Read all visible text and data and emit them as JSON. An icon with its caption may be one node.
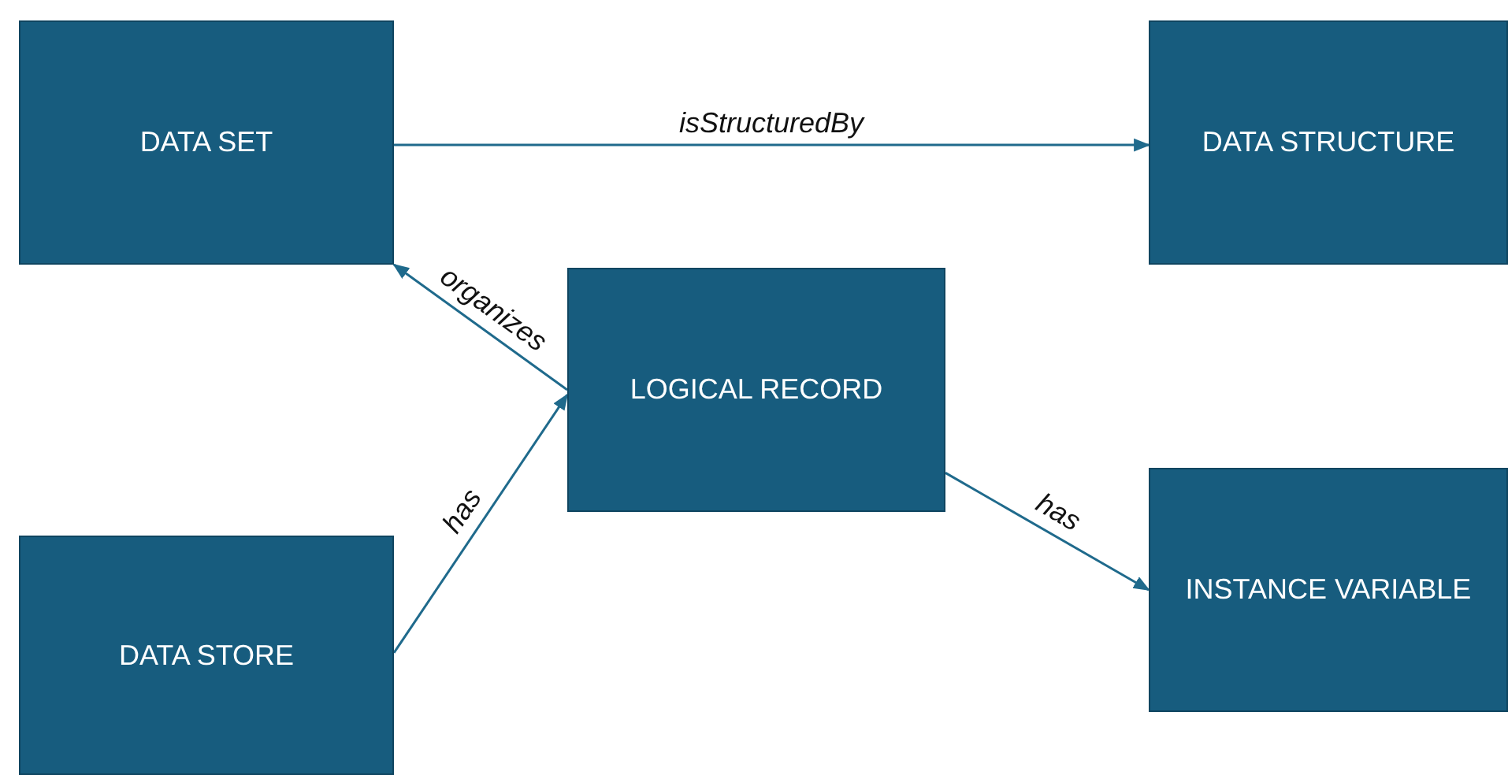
{
  "diagram": {
    "nodes": [
      {
        "text": [
          "DATA SET"
        ]
      },
      {
        "text": [
          "DATA STRUCTURE"
        ]
      },
      {
        "text": [
          "LOGICAL RECORD"
        ]
      },
      {
        "text": [
          "DATA STORE"
        ]
      },
      {
        "text": [
          "INSTANCE VARIABLE"
        ]
      }
    ],
    "edges": [
      {
        "from": 0,
        "to": 1,
        "arrow": "to",
        "label": "isStructuredBy"
      },
      {
        "from": 2,
        "to": 0,
        "arrow": "to",
        "label": "organizes"
      },
      {
        "from": 3,
        "to": 2,
        "arrow": "to",
        "label": "has"
      },
      {
        "from": 2,
        "to": 4,
        "arrow": "to",
        "label": "has"
      }
    ]
  }
}
